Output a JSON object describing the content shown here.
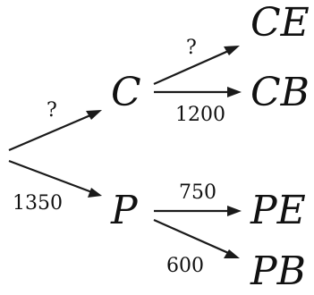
{
  "nodes": {
    "c": "C",
    "p": "P",
    "ce": "CE",
    "cb": "CB",
    "pe": "PE",
    "pb": "PB"
  },
  "edges": {
    "root_to_c": "?",
    "root_to_p": "1350",
    "c_to_ce": "?",
    "c_to_cb": "1200",
    "p_to_pe": "750",
    "p_to_pb": "600"
  },
  "colors": {
    "ink": "#111111",
    "background": "#ffffff"
  }
}
